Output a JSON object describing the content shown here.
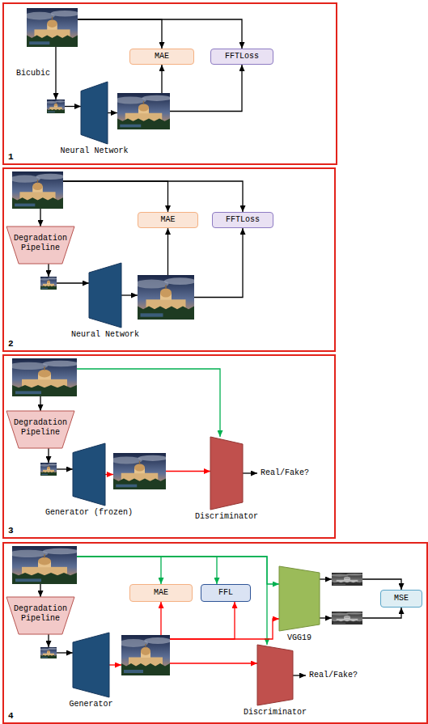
{
  "diagram": {
    "nodes": [
      {
        "text": [
          "1"
        ]
      },
      {
        "text": [],
        "in": 0
      },
      {
        "text": [],
        "in": 0
      },
      {
        "text": [
          "Neural Network"
        ],
        "in": 0
      },
      {
        "text": [],
        "in": 0
      },
      {
        "text": [
          "MAE"
        ],
        "in": 0
      },
      {
        "text": [
          "FFTLoss"
        ],
        "in": 0
      },
      {
        "text": [
          "2"
        ]
      },
      {
        "text": [],
        "in": 7
      },
      {
        "text": [
          "Degradation Pipeline"
        ],
        "in": 7
      },
      {
        "text": [],
        "in": 7
      },
      {
        "text": [
          "Neural Network"
        ],
        "in": 7
      },
      {
        "text": [],
        "in": 7
      },
      {
        "text": [
          "MAE"
        ],
        "in": 7
      },
      {
        "text": [
          "FFTLoss"
        ],
        "in": 7
      },
      {
        "text": [
          "3"
        ]
      },
      {
        "text": [],
        "in": 15
      },
      {
        "text": [
          "Degradation Pipeline"
        ],
        "in": 15
      },
      {
        "text": [],
        "in": 15
      },
      {
        "text": [
          "Generator (frozen)"
        ],
        "in": 15
      },
      {
        "text": [],
        "in": 15
      },
      {
        "text": [
          "Discriminator"
        ],
        "in": 15
      },
      {
        "text": [
          "4"
        ]
      },
      {
        "text": [],
        "in": 22
      },
      {
        "text": [
          "Degradation Pipeline"
        ],
        "in": 22
      },
      {
        "text": [],
        "in": 22
      },
      {
        "text": [
          "Generator"
        ],
        "in": 22
      },
      {
        "text": [],
        "in": 22
      },
      {
        "text": [
          "MAE"
        ],
        "in": 22
      },
      {
        "text": [
          "FFL"
        ],
        "in": 22
      },
      {
        "text": [
          "VGG19"
        ],
        "in": 22
      },
      {
        "text": [],
        "in": 22
      },
      {
        "text": [],
        "in": 22
      },
      {
        "text": [
          "MSE"
        ],
        "in": 22
      },
      {
        "text": [
          "Discriminator"
        ],
        "in": 22
      }
    ],
    "edges": [
      {
        "from": 1,
        "to": 5,
        "arrow": "to"
      },
      {
        "from": 1,
        "to": 6,
        "arrow": "to"
      },
      {
        "from": 1,
        "to": 2,
        "label": "Bicubic",
        "arrow": "to"
      },
      {
        "from": 2,
        "to": 3,
        "arrow": "to"
      },
      {
        "from": 3,
        "to": 4,
        "arrow": "to"
      },
      {
        "from": 4,
        "to": 5,
        "arrow": "to"
      },
      {
        "from": 4,
        "to": 6,
        "arrow": "to"
      },
      {
        "from": 8,
        "to": 13,
        "arrow": "to"
      },
      {
        "from": 8,
        "to": 14,
        "arrow": "to"
      },
      {
        "from": 8,
        "to": 9,
        "arrow": "to"
      },
      {
        "from": 9,
        "to": 10,
        "arrow": "to"
      },
      {
        "from": 10,
        "to": 11,
        "arrow": "to"
      },
      {
        "from": 11,
        "to": 12,
        "arrow": "to"
      },
      {
        "from": 12,
        "to": 13,
        "arrow": "to"
      },
      {
        "from": 12,
        "to": 14,
        "arrow": "to"
      },
      {
        "from": 16,
        "to": 17,
        "arrow": "to"
      },
      {
        "from": 17,
        "to": 18,
        "arrow": "to"
      },
      {
        "from": 18,
        "to": 19,
        "arrow": "to"
      },
      {
        "from": 19,
        "to": 20,
        "arrow": "to"
      },
      {
        "from": 20,
        "to": 21,
        "arrow": "to"
      },
      {
        "from": 16,
        "to": 21,
        "arrow": "to"
      },
      {
        "from": 23,
        "to": 24,
        "arrow": "to"
      },
      {
        "from": 24,
        "to": 25,
        "arrow": "to"
      },
      {
        "from": 25,
        "to": 26,
        "arrow": "to"
      },
      {
        "from": 26,
        "to": 27,
        "arrow": "to"
      },
      {
        "from": 23,
        "to": 28,
        "arrow": "to"
      },
      {
        "from": 23,
        "to": 29,
        "arrow": "to"
      },
      {
        "from": 23,
        "to": 30,
        "arrow": "to"
      },
      {
        "from": 23,
        "to": 34,
        "arrow": "to"
      },
      {
        "from": 27,
        "to": 28,
        "arrow": "to"
      },
      {
        "from": 27,
        "to": 29,
        "arrow": "to"
      },
      {
        "from": 27,
        "to": 30,
        "arrow": "to"
      },
      {
        "from": 27,
        "to": 34,
        "arrow": "to"
      },
      {
        "from": 30,
        "to": 31,
        "arrow": "to"
      },
      {
        "from": 30,
        "to": 32,
        "arrow": "to"
      },
      {
        "from": 31,
        "to": 33,
        "arrow": "to"
      },
      {
        "from": 32,
        "to": 33,
        "arrow": "to"
      }
    ],
    "labels": [
      "Real/Fake?",
      "Real/Fake?"
    ]
  }
}
